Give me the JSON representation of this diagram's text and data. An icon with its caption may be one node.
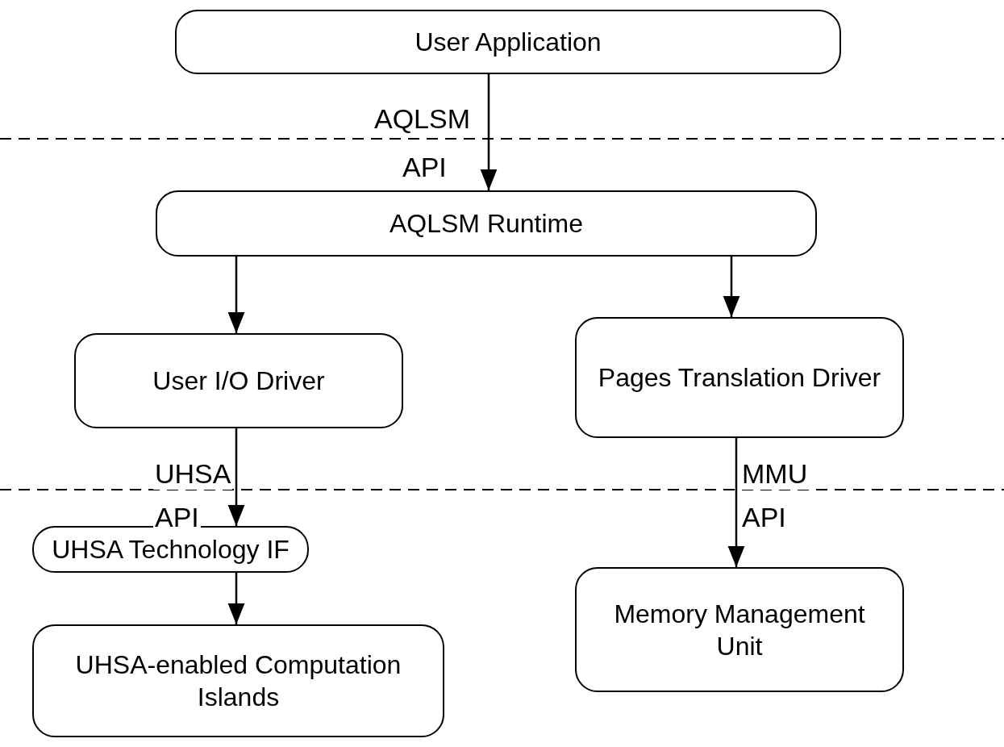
{
  "diagram": {
    "nodes": [
      {
        "text": [
          "User Application"
        ]
      },
      {
        "text": [
          "AQLSM Runtime"
        ]
      },
      {
        "text": [
          "User I/O Driver"
        ]
      },
      {
        "text": [
          "Pages Translation Driver"
        ]
      },
      {
        "text": [
          "UHSA Technology IF"
        ]
      },
      {
        "text": [
          "UHSA-enabled Computation Islands"
        ]
      },
      {
        "text": [
          "Memory Management Unit"
        ]
      }
    ],
    "edges": [
      {
        "from": 0,
        "to": 1,
        "arrow": "to"
      },
      {
        "from": 1,
        "to": 2,
        "arrow": "to"
      },
      {
        "from": 1,
        "to": 3,
        "arrow": "to"
      },
      {
        "from": 2,
        "to": 4,
        "arrow": "to"
      },
      {
        "from": 3,
        "to": 6,
        "arrow": "to"
      },
      {
        "from": 4,
        "to": 5,
        "arrow": "to"
      }
    ],
    "labels": [
      "AQLSM",
      "API",
      "UHSA",
      "MMU",
      "API",
      "API"
    ]
  }
}
